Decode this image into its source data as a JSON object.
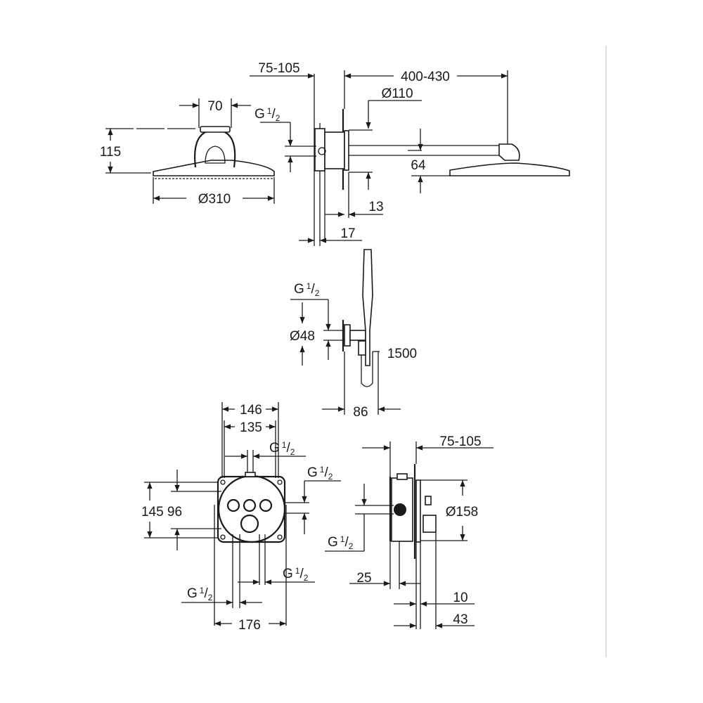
{
  "drawing": {
    "head_front": {
      "width_70": "70",
      "height_115": "115",
      "diameter_310": "Ø310"
    },
    "head_side": {
      "wall_depth": "75-105",
      "inlet": {
        "base": "G",
        "num": "1",
        "den": "2"
      },
      "arm_length": "400-430",
      "flange_diameter": "Ø110",
      "head_drop": "64",
      "dim_13": "13",
      "dim_17": "17"
    },
    "hand_shower": {
      "inlet": {
        "base": "G",
        "num": "1",
        "den": "2"
      },
      "holder_diameter": "Ø48",
      "hose_length": "1500",
      "projection": "86"
    },
    "box_front": {
      "width_146": "146",
      "width_135": "135",
      "top_inlet": {
        "base": "G",
        "num": "1",
        "den": "2"
      },
      "right_inlet": {
        "base": "G",
        "num": "1",
        "den": "2"
      },
      "heights": "145 96",
      "bottom_right_outlet": {
        "base": "G",
        "num": "1",
        "den": "2"
      },
      "bottom_left_outlet": {
        "base": "G",
        "num": "1",
        "den": "2"
      },
      "width_176": "176"
    },
    "box_side": {
      "wall_depth": "75-105",
      "plate_diameter": "Ø158",
      "inlet": {
        "base": "G",
        "num": "1",
        "den": "2"
      },
      "dim_25": "25",
      "dim_10": "10",
      "dim_43": "43"
    }
  }
}
